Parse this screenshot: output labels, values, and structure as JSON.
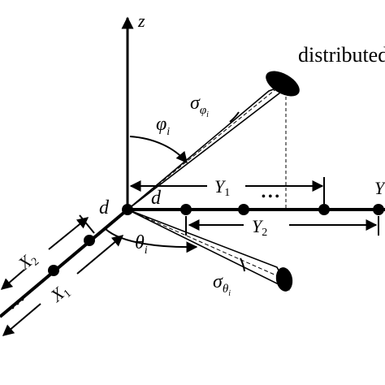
{
  "labels": {
    "z_axis": "z",
    "distributed": "distributed",
    "sigma": "σ",
    "phi": "φ",
    "theta": "θ",
    "sub_i": "i",
    "d_left": "d",
    "d_right": "d",
    "Y": "Y",
    "Y1_main": "Y",
    "Y1_sub": "1",
    "Y2_main": "Y",
    "Y2_sub": "2",
    "X1_main": "X",
    "X1_sub": "1",
    "X2_main": "X",
    "X2_sub": "2",
    "dots_y": "• • •",
    "dots_x": "• • •"
  },
  "colors": {
    "ink": "#000000",
    "background": "#ffffff"
  }
}
